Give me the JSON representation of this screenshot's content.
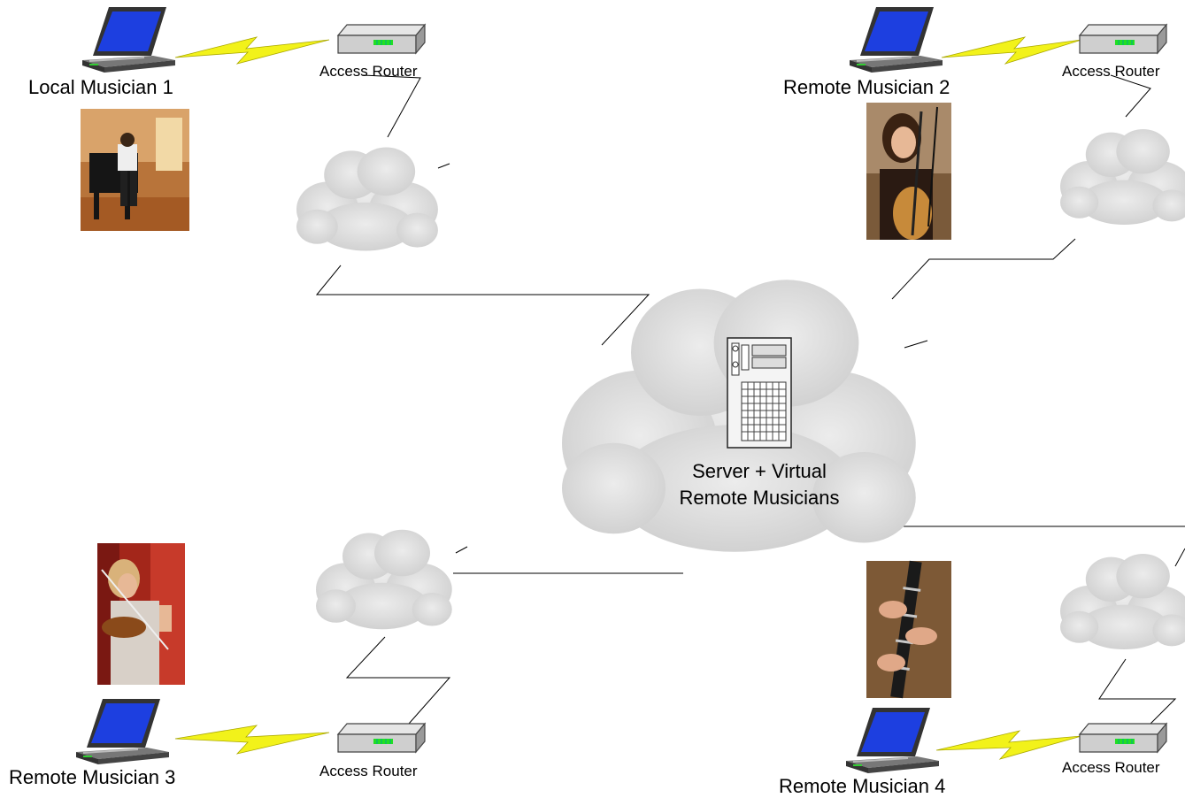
{
  "nodes": {
    "local_musician_1": {
      "label": "Local Musician 1",
      "photo": "pianist-photo"
    },
    "remote_musician_2": {
      "label": "Remote Musician 2",
      "photo": "cellist-photo"
    },
    "remote_musician_3": {
      "label": "Remote Musician 3",
      "photo": "violinist-photo"
    },
    "remote_musician_4": {
      "label": "Remote Musician 4",
      "photo": "clarinetist-photo"
    }
  },
  "routers": {
    "top_left": "Access Router",
    "top_right": "Access Router",
    "bottom_left": "Access Router",
    "bottom_right": "Access Router"
  },
  "server": {
    "line1": "Server + Virtual",
    "line2": "Remote Musicians"
  },
  "colors": {
    "cloud_fill": "#dcdcdc",
    "cloud_shade": "#c8c8c8",
    "laptop_screen": "#1d3fe0",
    "wireless_bolt": "#f2f21a",
    "router_led": "#22e022"
  },
  "icons": [
    "laptop-icon",
    "router-icon",
    "cloud-icon",
    "server-icon",
    "lightning-icon"
  ]
}
